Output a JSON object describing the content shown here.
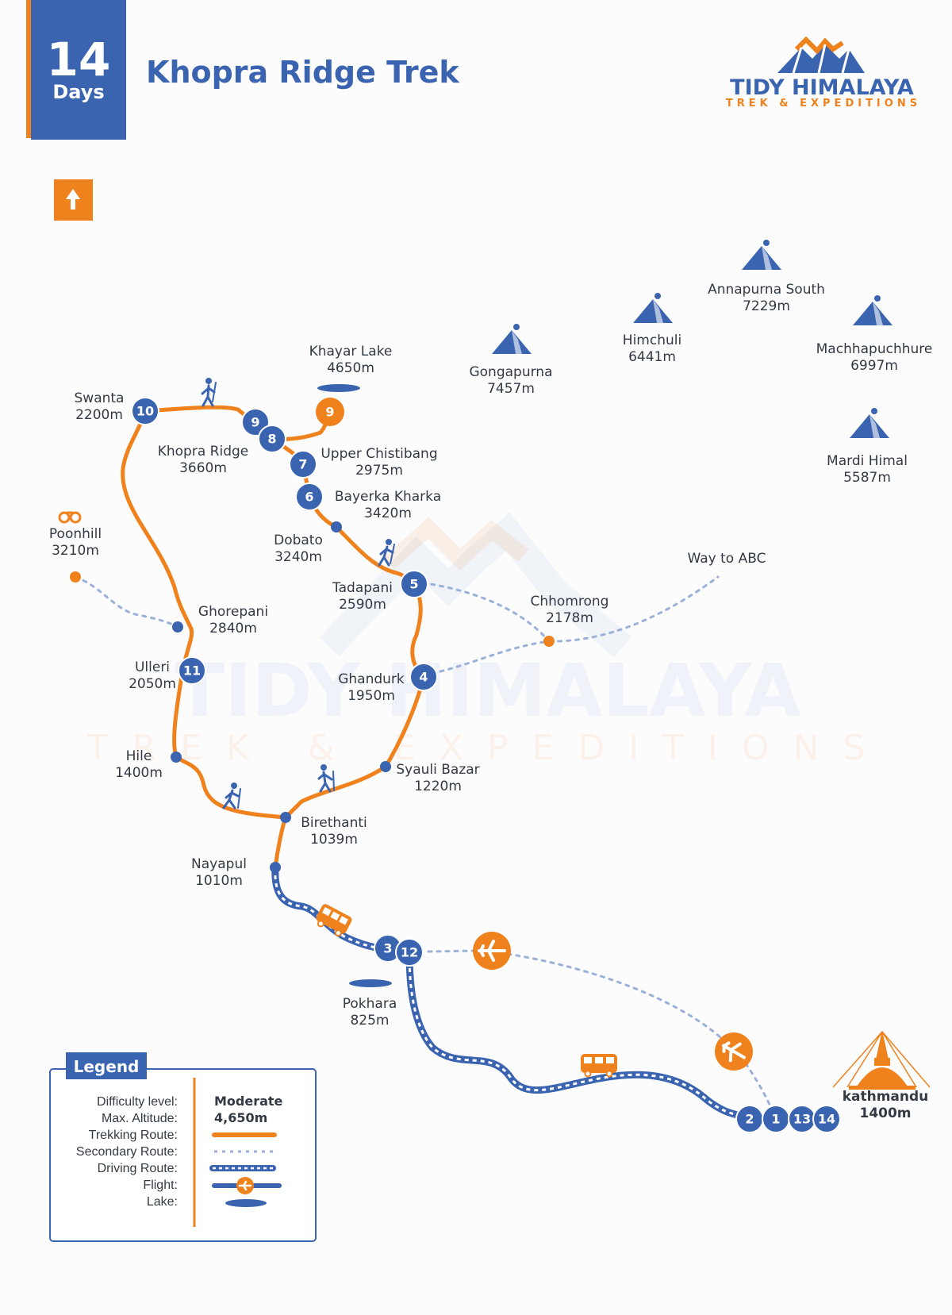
{
  "header": {
    "days_number": "14",
    "days_label": "Days",
    "title": "Khopra Ridge Trek"
  },
  "brand": {
    "name": "TIDY HIMALAYA",
    "tagline": "TREK & EXPEDITIONS",
    "logo_icon": "mountain-logo-icon"
  },
  "watermark": {
    "line1": "TIDY HIMALAYA",
    "line2": "TREK & EXPEDITIONS"
  },
  "north_indicator_icon": "north-arrow-icon",
  "peaks": [
    {
      "name": "Annapurna South",
      "altitude": "7229m"
    },
    {
      "name": "Himchuli",
      "altitude": "6441m"
    },
    {
      "name": "Machhapuchhure",
      "altitude": "6997m"
    },
    {
      "name": "Gongapurna",
      "altitude": "7457m"
    },
    {
      "name": "Mardi Himal",
      "altitude": "5587m"
    }
  ],
  "places": [
    {
      "name": "Khayar Lake",
      "altitude": "4650m"
    },
    {
      "name": "Swanta",
      "altitude": "2200m"
    },
    {
      "name": "Khopra Ridge",
      "altitude": "3660m"
    },
    {
      "name": "Upper Chistibang",
      "altitude": "2975m"
    },
    {
      "name": "Bayerka Kharka",
      "altitude": "3420m"
    },
    {
      "name": "Poonhill",
      "altitude": "3210m"
    },
    {
      "name": "Dobato",
      "altitude": "3240m"
    },
    {
      "name": "Tadapani",
      "altitude": "2590m"
    },
    {
      "name": "Chhomrong",
      "altitude": "2178m"
    },
    {
      "name": "Ghorepani",
      "altitude": "2840m"
    },
    {
      "name": "Ulleri",
      "altitude": "2050m"
    },
    {
      "name": "Ghandurk",
      "altitude": "1950m"
    },
    {
      "name": "Hile",
      "altitude": "1400m"
    },
    {
      "name": "Syauli Bazar",
      "altitude": "1220m"
    },
    {
      "name": "Birethanti",
      "altitude": "1039m"
    },
    {
      "name": "Nayapul",
      "altitude": "1010m"
    },
    {
      "name": "Pokhara",
      "altitude": "825m"
    },
    {
      "name": "kathmandu",
      "altitude": "1400m"
    }
  ],
  "way_to_abc": "Way to ABC",
  "day_markers": [
    "10",
    "9",
    "8",
    "9",
    "7",
    "6",
    "5",
    "4",
    "11",
    "3",
    "12",
    "2",
    "1",
    "13",
    "14"
  ],
  "legend": {
    "title": "Legend",
    "rows": [
      {
        "key": "Difficulty level:",
        "value": "Moderate"
      },
      {
        "key": "Max. Altitude:",
        "value": "4,650m"
      },
      {
        "key": "Trekking Route:",
        "value": ""
      },
      {
        "key": "Secondary Route:",
        "value": ""
      },
      {
        "key": "Driving Route:",
        "value": ""
      },
      {
        "key": "Flight:",
        "value": ""
      },
      {
        "key": "Lake:",
        "value": ""
      }
    ]
  },
  "colors": {
    "brand_blue": "#3a63b0",
    "accent_orange": "#f0821e",
    "secondary_route": "#9bb1d8",
    "text": "#333a44"
  },
  "icons": [
    "mountain-icon",
    "hiker-icon",
    "binoculars-icon",
    "bus-icon",
    "airplane-icon",
    "stupa-icon",
    "lake-icon"
  ]
}
